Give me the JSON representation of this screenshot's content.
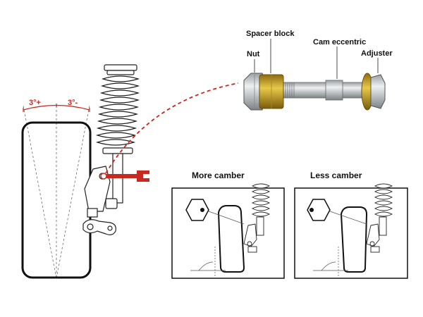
{
  "camber_angles": {
    "positive": "3°+",
    "negative": "3°-"
  },
  "bolt_labels": {
    "spacer_block": "Spacer block",
    "nut": "Nut",
    "cam_eccentric": "Cam eccentric",
    "adjuster": "Adjuster"
  },
  "panels": {
    "more_camber": "More camber",
    "less_camber": "Less camber"
  },
  "colors": {
    "accent_red": "#c8281e",
    "brass": "#c9a21e",
    "steel": "#c4c7c9",
    "line": "#222222"
  }
}
